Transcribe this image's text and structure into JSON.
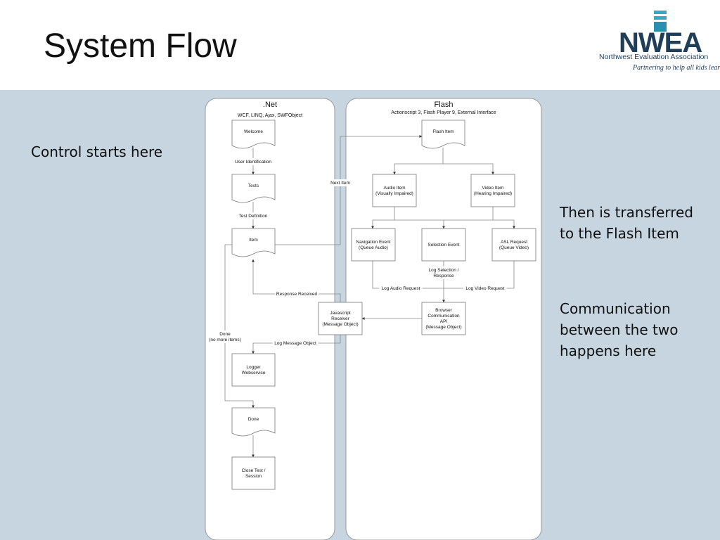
{
  "slide": {
    "title": "System Flow",
    "notes": {
      "control": "Control starts here",
      "transfer": [
        "Then is transferred",
        "to the Flash Item"
      ],
      "communication": [
        "Communication",
        "between the two",
        "happens here"
      ]
    }
  },
  "logo": {
    "wordmark": "NWEA",
    "subtitle": "Northwest Evaluation Association",
    "tagline": "Partnering to help all kids learn"
  },
  "diagram": {
    "net_lane": {
      "title": ".Net",
      "subtitle": "WCF, LINQ, Ajax, SWFObject"
    },
    "flash_lane": {
      "title": "Flash",
      "subtitle": "Actionscript 3, Flash Player 9, External Interface"
    },
    "nodes": {
      "welcome": [
        "Welcome"
      ],
      "tests": [
        "Tests"
      ],
      "item": [
        "Item"
      ],
      "js_receiver": [
        "Javascript",
        "Receiver",
        "(Message Object)"
      ],
      "logger": [
        "Logger",
        "Webservice"
      ],
      "done": [
        "Done"
      ],
      "close_test": [
        "Close Test /",
        "Session"
      ],
      "flash_item": [
        "Flash Item"
      ],
      "audio_item": [
        "Audio Item",
        "(Visually Impaired)"
      ],
      "video_item": [
        "Video Item",
        "(Hearing Impaired)"
      ],
      "navigation_event": [
        "Navigation Event",
        "(Queue Audio)"
      ],
      "selection_event": [
        "Selection Event"
      ],
      "asl_request": [
        "ASL Request",
        "(Queue Video)"
      ],
      "browser_api": [
        "Browser",
        "Communication",
        "API",
        "(Message Object)"
      ]
    },
    "edge_labels": {
      "user_identification": [
        "User Identification"
      ],
      "test_definition": [
        "Test Definition"
      ],
      "next_item": [
        "Next Item"
      ],
      "response_received": [
        "Response Received"
      ],
      "log_message_object": [
        "Log Message Object"
      ],
      "done_no_more": [
        "Done",
        "(no more items)"
      ],
      "log_selection": [
        "Log Selection /",
        "Response"
      ],
      "log_audio": [
        "Log Audio Request"
      ],
      "log_video": [
        "Log Video Request"
      ]
    }
  }
}
